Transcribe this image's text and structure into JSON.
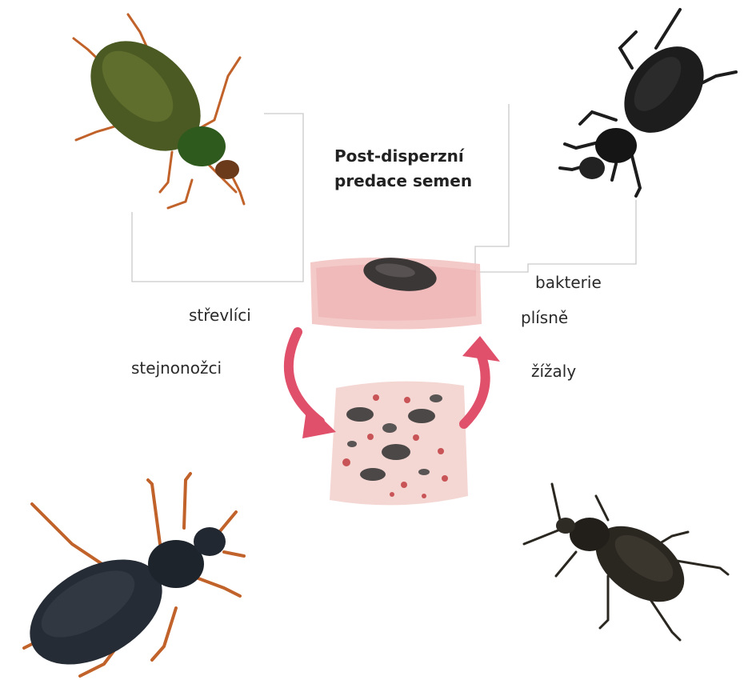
{
  "title": {
    "line1": "Post-disperzní",
    "line2": "predace semen"
  },
  "left_labels": [
    "střevlíci",
    "stejnonožci"
  ],
  "right_labels": [
    "bakterie",
    "plísně",
    "žížaly"
  ],
  "colors": {
    "arrow": "#e0506a",
    "soil_top": "#f2b8ba",
    "soil_body": "#f4d6d3",
    "seed": "#3b3737",
    "beetle_green": "#3d5a1e",
    "beetle_black": "#1d1d1d",
    "legs": "#c0622a"
  },
  "icons": [
    "beetle-green-icon",
    "beetle-black-icon",
    "beetle-blue-black-icon",
    "beetle-dark-icon",
    "seed-icon",
    "soil-icon",
    "cycle-arrow-icon"
  ]
}
